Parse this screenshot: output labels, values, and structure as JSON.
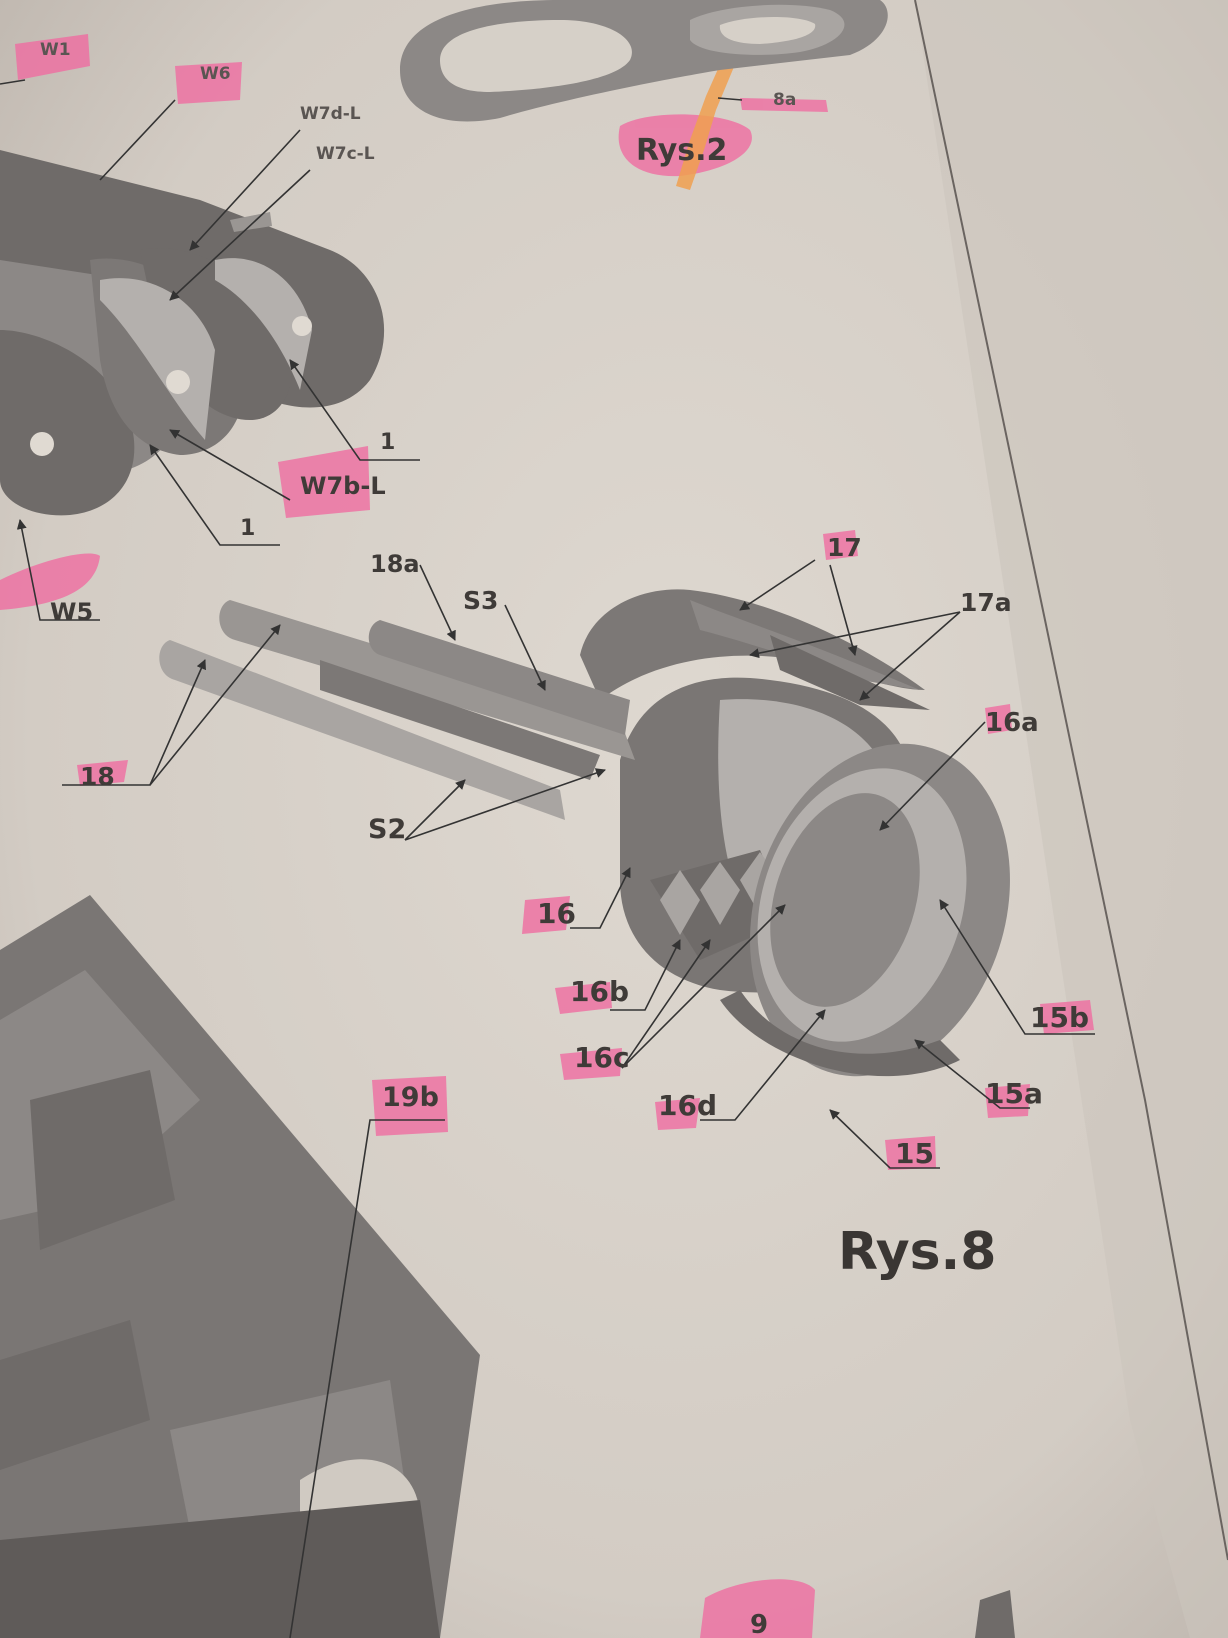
{
  "labels": {
    "w1": "W1",
    "w6": "W6",
    "w7d_l": "W7d-L",
    "w7c_l": "W7c-L",
    "label_8a": "8a",
    "rys2": "Rys.2",
    "one_top": "1",
    "w7b_l": "W7b-L",
    "one_bottom": "1",
    "w5": "W5",
    "p18a": "18a",
    "s3": "S3",
    "p17": "17",
    "p17a": "17a",
    "p16a": "16a",
    "p18": "18",
    "s2": "S2",
    "p16": "16",
    "p16b": "16b",
    "p16c": "16c",
    "p16d": "16d",
    "p15b": "15b",
    "p15a": "15a",
    "p15": "15",
    "p19b": "19b",
    "rys8": "Rys.8",
    "p9": "9"
  },
  "colors": {
    "paper": "#d8d2ca",
    "highlight_pink": "#f06aa0",
    "highlight_orange": "#f0a050",
    "part_dark": "#6f6b69",
    "part_mid": "#8c8886",
    "part_light": "#b4b0ad",
    "ink": "#3f3b38"
  }
}
